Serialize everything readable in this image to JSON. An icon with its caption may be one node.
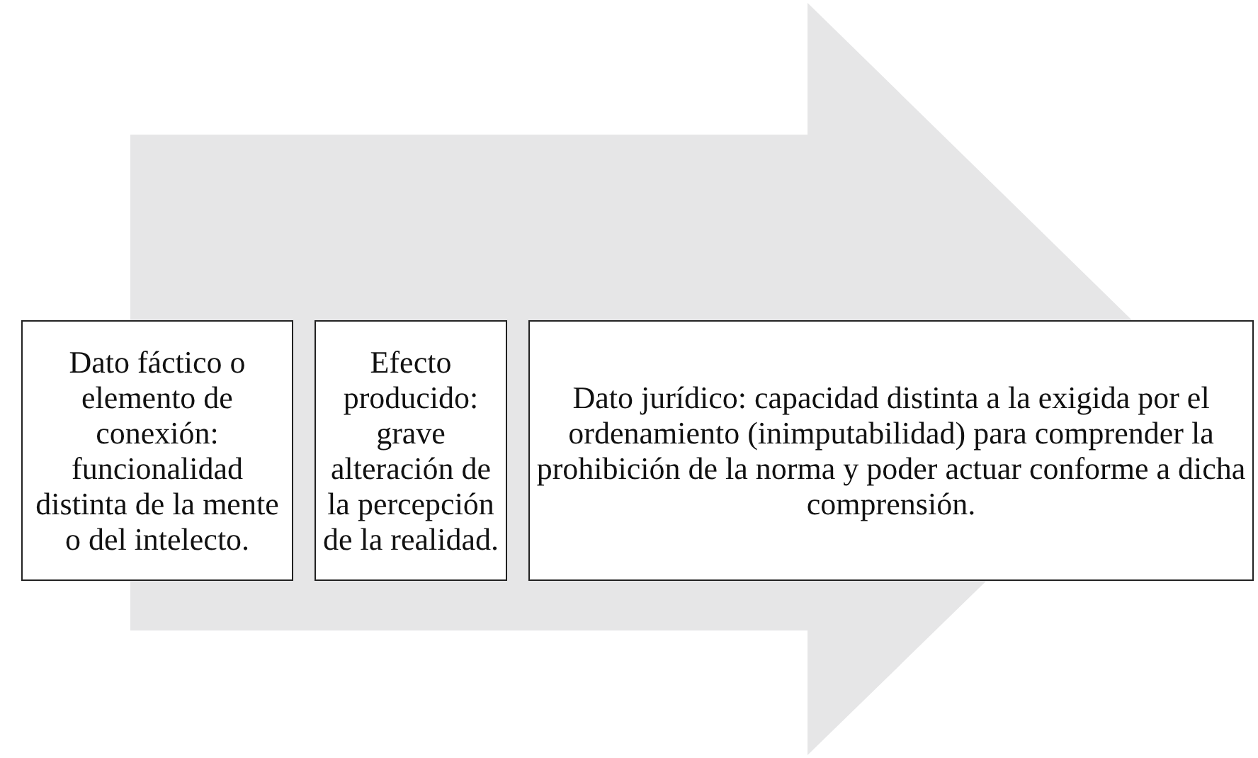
{
  "diagram": {
    "nodes": [
      {
        "text": [],
        "shape": "arrow"
      },
      {
        "text": [
          "Dato fáctico o elemento de conexión: funcionalidad distinta de la mente o del intelecto."
        ]
      },
      {
        "text": [
          "Efecto producido: grave alteración de la percepción de la realidad."
        ],
        "in": 0
      },
      {
        "text": [
          "Dato jurídico: capacidad distinta a la exigida por el ordenamiento (inimputabilidad) para comprender la prohibición de la norma y poder actuar conforme a dicha comprensión."
        ]
      }
    ]
  }
}
